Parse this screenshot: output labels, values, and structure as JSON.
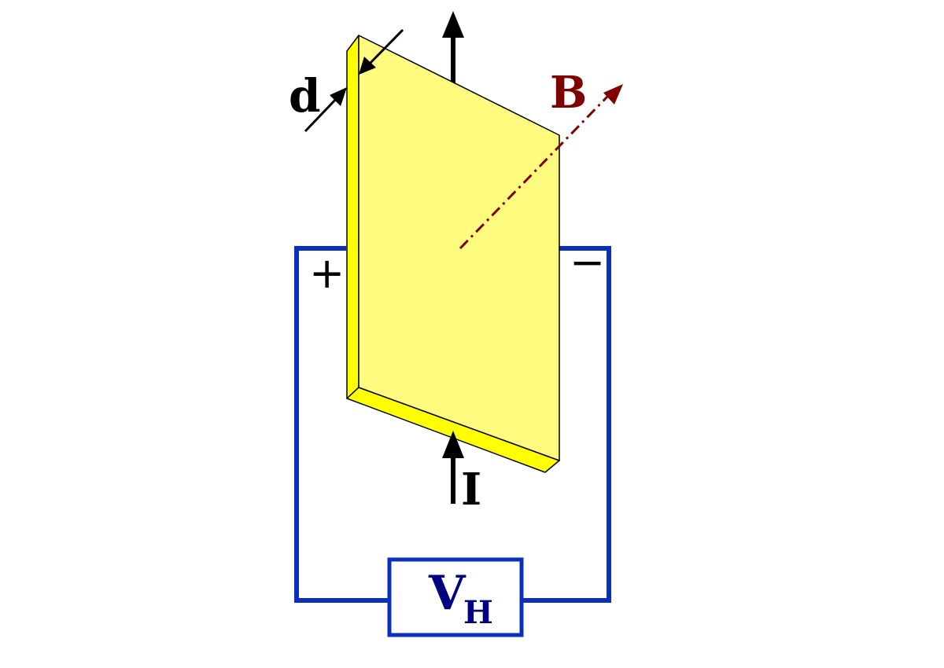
{
  "labels": {
    "thickness": "d",
    "field": "B",
    "current": "I",
    "plus": "+",
    "minus": "−",
    "voltage_main": "V",
    "voltage_sub": "H"
  },
  "colors": {
    "plate_face": "#FFFB7F",
    "plate_edge": "#FFFF00",
    "outline": "#000000",
    "circuit": "#0A2FBF",
    "field": "#800000",
    "voltage_text": "#000080",
    "background": "#FFFFFF"
  },
  "icons": {
    "current_arrow": "arrow-up-icon",
    "thickness_arrows": "double-arrow-icon",
    "field_arrow": "dash-dot-arrow-icon"
  }
}
